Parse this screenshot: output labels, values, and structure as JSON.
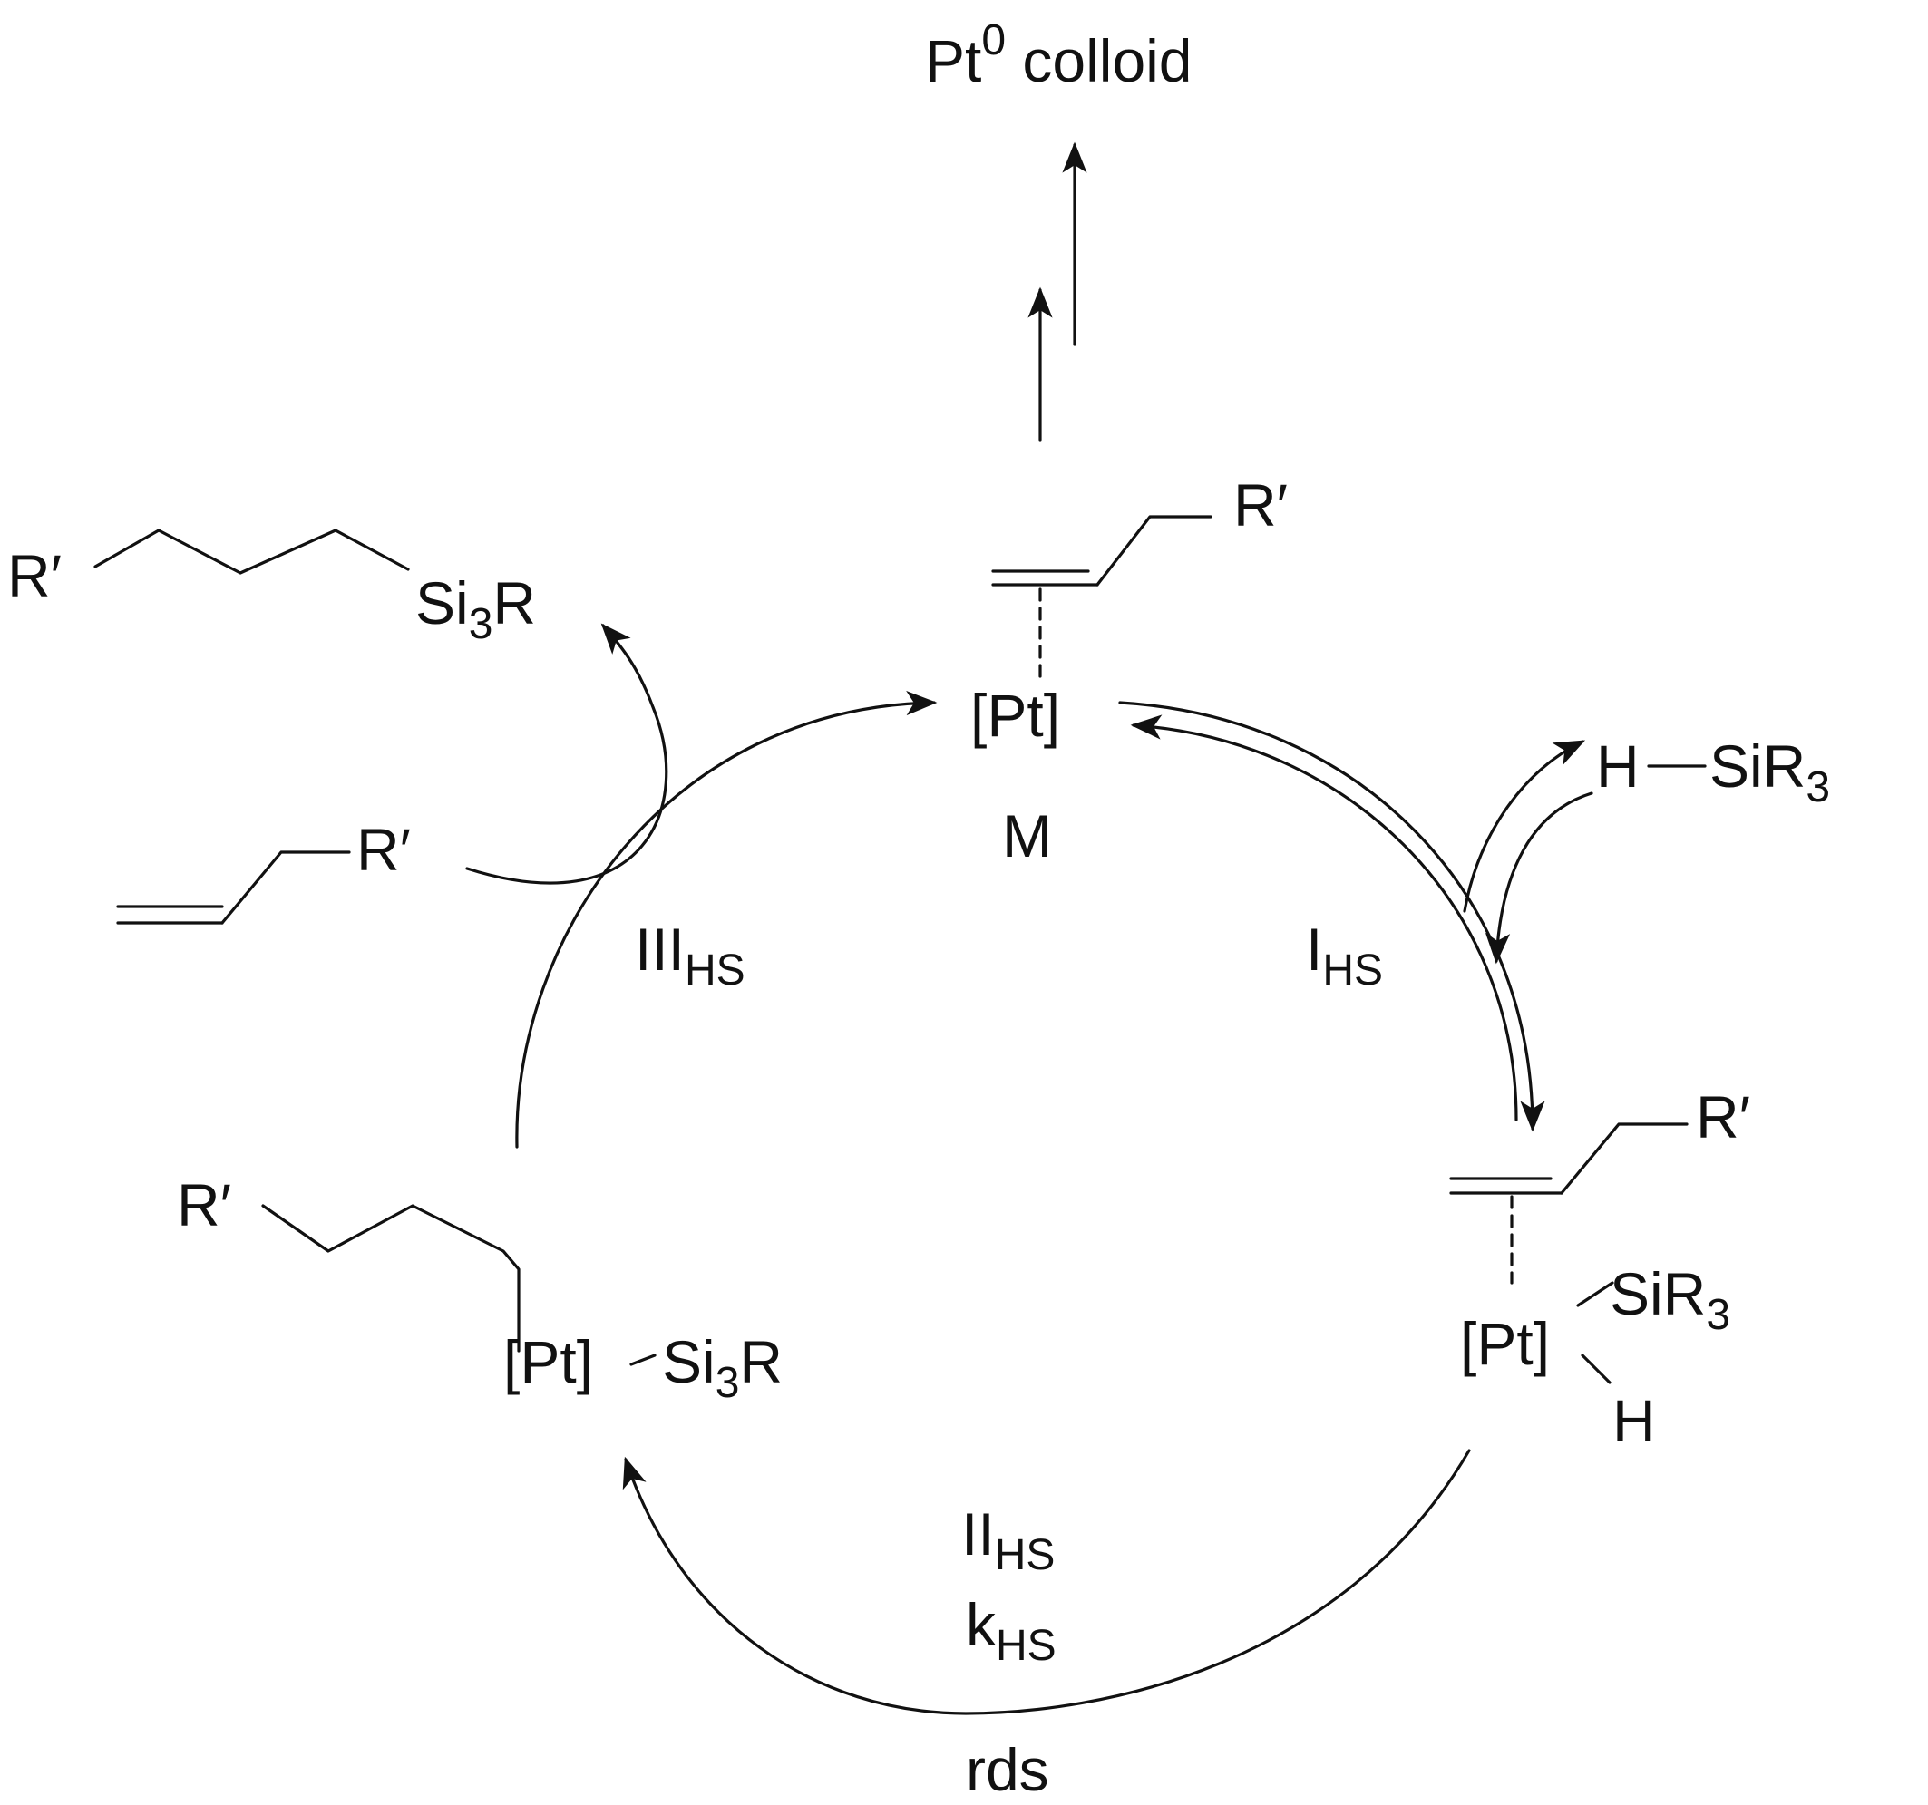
{
  "colors": {
    "ink": "#111111",
    "background": "#ffffff"
  },
  "top": {
    "pt": "Pt",
    "sup": "0",
    "colloid": "colloid"
  },
  "catalyst": {
    "label": "[Pt]",
    "name": "M"
  },
  "substituent": "R′",
  "silane": {
    "h": "H",
    "si": "SiR",
    "sub": "3"
  },
  "product": {
    "si": "Si",
    "sub": "3",
    "r": "R"
  },
  "steps": {
    "one": {
      "main": "I",
      "sub": "HS"
    },
    "two": {
      "main": "II",
      "sub": "HS"
    },
    "three": {
      "main": "III",
      "sub": "HS"
    },
    "rate": {
      "main": "k",
      "sub": "HS"
    },
    "rds": "rds"
  },
  "oxadd": {
    "pt": "[Pt]",
    "si": "SiR",
    "sub": "3",
    "h": "H"
  },
  "alkyl": {
    "pt": "[Pt]",
    "si": "Si",
    "sub": "3",
    "r": "R"
  }
}
